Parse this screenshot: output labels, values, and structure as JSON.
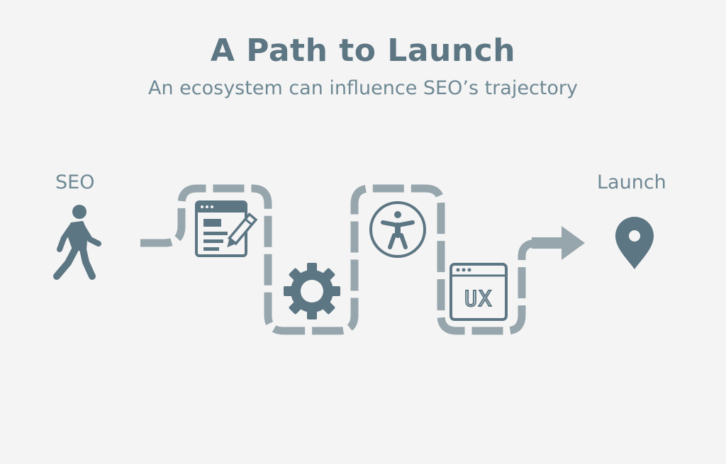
{
  "header": {
    "title": "A Path to Launch",
    "subtitle": "An ecosystem can influence SEO’s trajectory"
  },
  "nodes": {
    "start_label": "SEO",
    "end_label": "Launch",
    "ux_text": "UX"
  },
  "colors": {
    "primary": "#5d7683",
    "path": "#97a6ad",
    "background": "#f4f4f4"
  },
  "icons": [
    "walking-person-icon",
    "content-editing-icon",
    "gear-icon",
    "accessibility-icon",
    "ux-window-icon",
    "arrow-right-icon",
    "location-pin-icon"
  ]
}
